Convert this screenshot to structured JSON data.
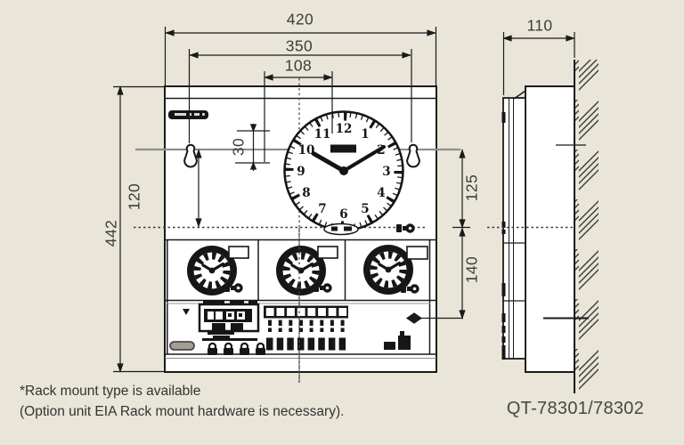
{
  "drawing": {
    "model_label": "QT-78301/78302",
    "footnote": {
      "line1": "*Rack mount type is available",
      "line2": "(Option unit EIA Rack mount hardware is necessary)."
    },
    "dims": {
      "front_width": "420",
      "mount_hole_span": "350",
      "center_span": "108",
      "front_height": "442",
      "hole_drop": "30",
      "left_upper": "120",
      "right_upper": "125",
      "right_lower": "140",
      "side_depth": "110"
    },
    "big_clock_numerals": [
      "12",
      "1",
      "2",
      "3",
      "4",
      "5",
      "6",
      "7",
      "8",
      "9",
      "10",
      "11"
    ],
    "colors": {
      "background": "#e9e5d8",
      "ink": "#161616",
      "dim_gray_line": "#8f8f8f",
      "label_text": "#3c3c3c"
    }
  }
}
